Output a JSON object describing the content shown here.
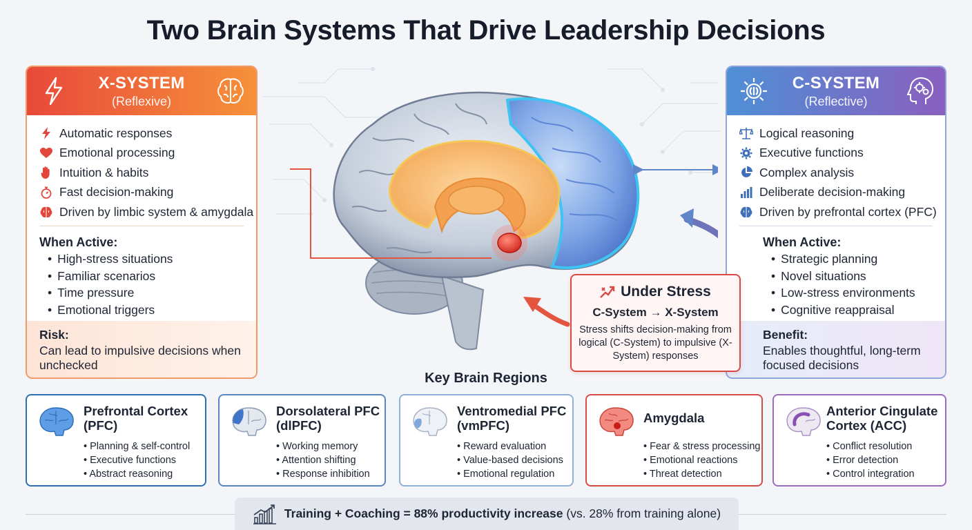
{
  "title": "Two Brain Systems That Drive Leadership Decisions",
  "x_system": {
    "title": "X-SYSTEM",
    "subtitle": "(Reflexive)",
    "features": [
      {
        "icon": "lightning-icon",
        "text": "Automatic responses"
      },
      {
        "icon": "heart-icon",
        "text": "Emotional processing"
      },
      {
        "icon": "hand-icon",
        "text": "Intuition & habits"
      },
      {
        "icon": "stopwatch-icon",
        "text": "Fast decision-making"
      },
      {
        "icon": "brain-icon",
        "text": "Driven by limbic system & amygdala"
      }
    ],
    "when_active_title": "When Active:",
    "when_active": [
      "High-stress situations",
      "Familiar scenarios",
      "Time pressure",
      "Emotional triggers"
    ],
    "footer_title": "Risk:",
    "footer_text": "Can lead to impulsive decisions when unchecked",
    "accent": "#e8493a"
  },
  "c_system": {
    "title": "C-SYSTEM",
    "subtitle": "(Reflective)",
    "features": [
      {
        "icon": "scale-icon",
        "text": "Logical reasoning"
      },
      {
        "icon": "gear-icon",
        "text": "Executive functions"
      },
      {
        "icon": "pie-chart-icon",
        "text": "Complex analysis"
      },
      {
        "icon": "bar-chart-icon",
        "text": "Deliberate decision-making"
      },
      {
        "icon": "brain-icon",
        "text": "Driven by prefrontal cortex (PFC)"
      }
    ],
    "when_active_title": "When Active:",
    "when_active": [
      "Strategic planning",
      "Novel situations",
      "Low-stress environments",
      "Cognitive reappraisal"
    ],
    "footer_title": "Benefit:",
    "footer_text": "Enables thoughtful, long-term focused decisions",
    "accent": "#4f8fd6"
  },
  "stress": {
    "title": "Under Stress",
    "subtitle": "C-System → X-System",
    "text": "Stress shifts decision-making from logical (C-System) to impulsive (X-System) responses"
  },
  "regions_title": "Key Brain Regions",
  "regions": [
    {
      "name": "Prefrontal Cortex (PFC)",
      "items": [
        "Planning & self-control",
        "Executive functions",
        "Abstract reasoning"
      ],
      "color": "#2d6fb5"
    },
    {
      "name": "Dorsolateral PFC (dlPFC)",
      "items": [
        "Working memory",
        "Attention shifting",
        "Response inhibition"
      ],
      "color": "#5b86c4"
    },
    {
      "name": "Ventromedial PFC (vmPFC)",
      "items": [
        "Reward evaluation",
        "Value-based decisions",
        "Emotional regulation"
      ],
      "color": "#8fb0d8"
    },
    {
      "name": "Amygdala",
      "items": [
        "Fear & stress processing",
        "Emotional reactions",
        "Threat detection"
      ],
      "color": "#d84b45"
    },
    {
      "name": "Anterior Cingulate Cortex (ACC)",
      "items": [
        "Conflict resolution",
        "Error detection",
        "Control integration"
      ],
      "color": "#9b6bbd"
    }
  ],
  "banner": {
    "bold": "Training + Coaching = 88% productivity increase",
    "rest": " (vs. 28% from training alone)",
    "icon": "growth-chart-icon"
  }
}
